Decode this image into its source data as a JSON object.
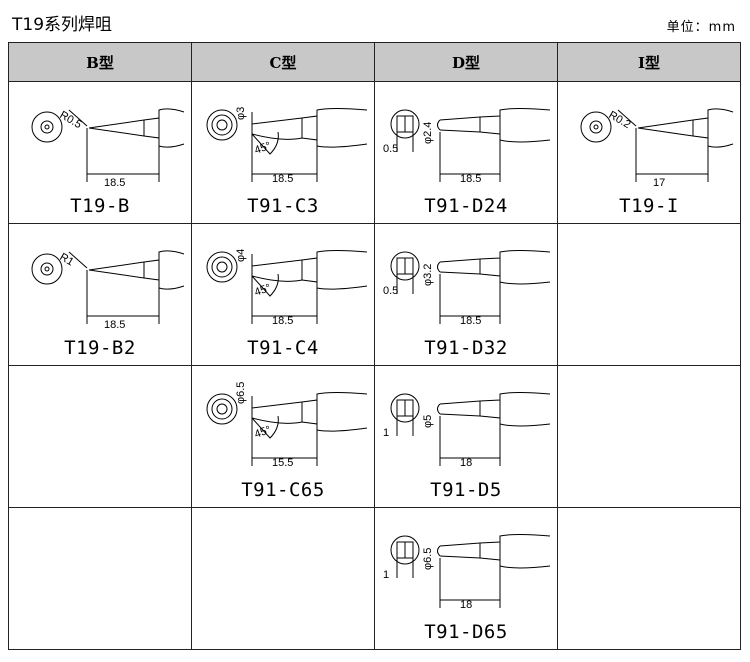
{
  "title": "T19系列焊咀",
  "unit": "单位：mm",
  "columns": [
    "B型",
    "C型",
    "D型",
    "I型"
  ],
  "rows": [
    [
      {
        "name": "T19-B",
        "dims": {
          "radius": "R0.5",
          "length": "18.5"
        }
      },
      {
        "name": "T91-C3",
        "dims": {
          "diameter": "φ3",
          "angle": "45°",
          "length": "18.5"
        }
      },
      {
        "name": "T91-D24",
        "dims": {
          "thickness": "0.5",
          "width": "φ2.4",
          "length": "18.5"
        }
      },
      {
        "name": "T19-I",
        "dims": {
          "radius": "R0.2",
          "length": "17"
        }
      }
    ],
    [
      {
        "name": "T19-B2",
        "dims": {
          "radius": "R1",
          "length": "18.5"
        }
      },
      {
        "name": "T91-C4",
        "dims": {
          "diameter": "φ4",
          "angle": "45°",
          "length": "18.5"
        }
      },
      {
        "name": "T91-D32",
        "dims": {
          "thickness": "0.5",
          "width": "φ3.2",
          "length": "18.5"
        }
      },
      null
    ],
    [
      null,
      {
        "name": "T91-C65",
        "dims": {
          "diameter": "φ6.5",
          "angle": "45°",
          "length": "15.5"
        }
      },
      {
        "name": "T91-D5",
        "dims": {
          "thickness": "1",
          "width": "φ5",
          "length": "18"
        }
      },
      null
    ],
    [
      null,
      null,
      {
        "name": "T91-D65",
        "dims": {
          "thickness": "1",
          "width": "φ6.5",
          "length": "18"
        }
      },
      null
    ]
  ]
}
